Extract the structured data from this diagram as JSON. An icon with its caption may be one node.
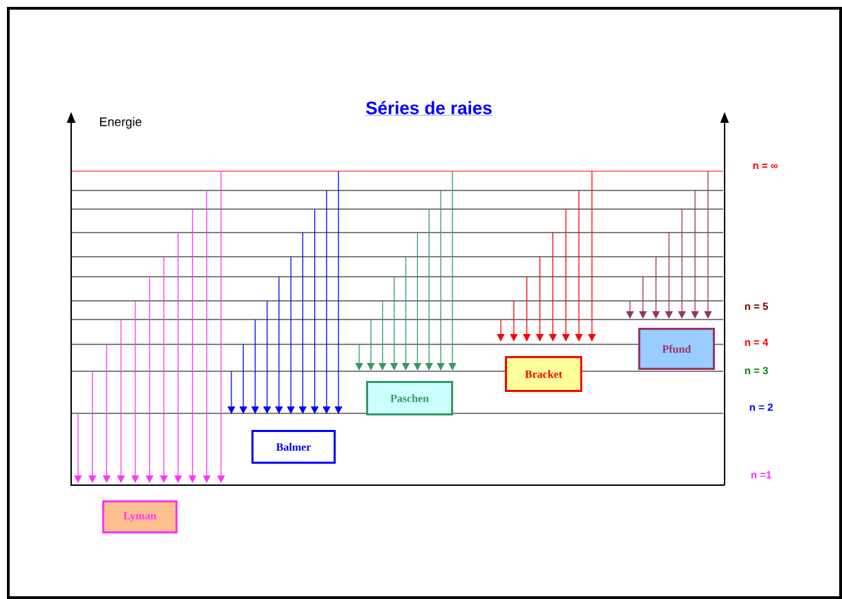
{
  "diagram": {
    "title": "Séries de raies",
    "nodes": [
      {
        "text": [
          "Lyman"
        ]
      },
      {
        "text": [
          "Balmer"
        ]
      },
      {
        "text": [
          "Paschen"
        ]
      },
      {
        "text": [
          "Bracket"
        ]
      },
      {
        "text": [
          "Pfund"
        ]
      }
    ],
    "labels": [
      "Energie",
      "n = ∞",
      "n = 5",
      "n = 4",
      "n = 3",
      "n = 2",
      "n =1"
    ]
  }
}
